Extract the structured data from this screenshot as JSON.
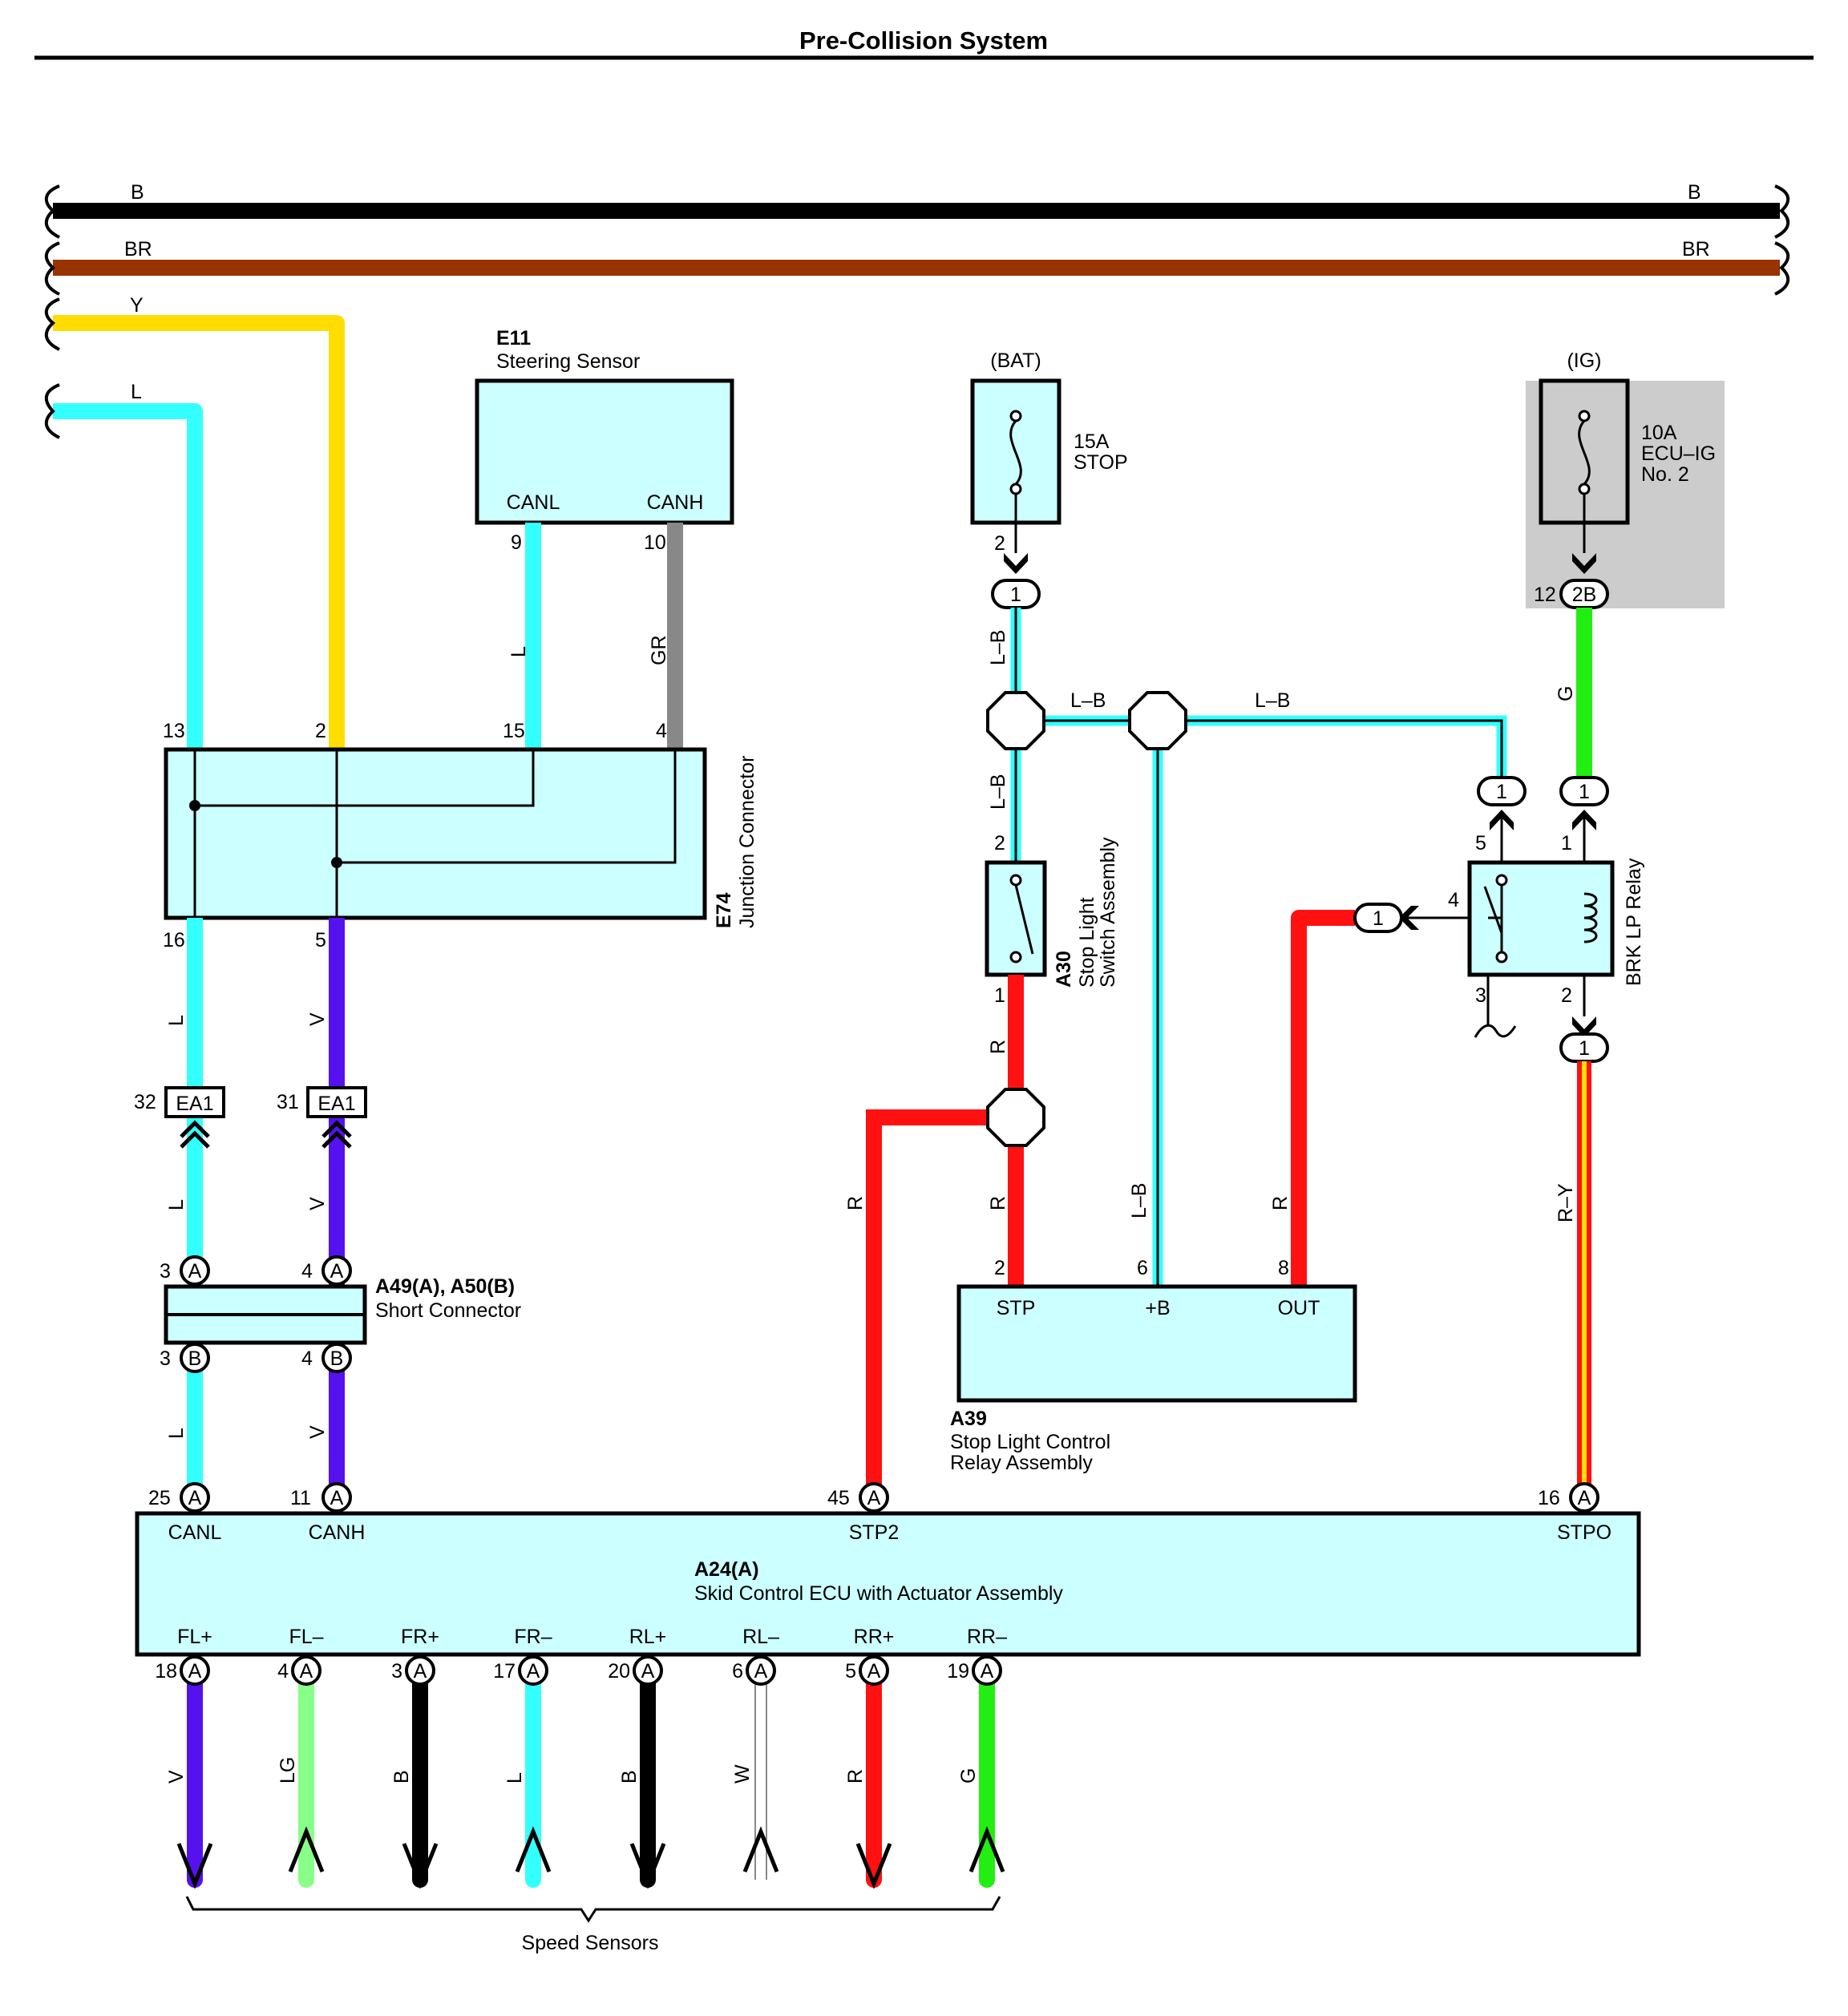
{
  "title": "Pre-Collision System",
  "colors": {
    "B": "#000000",
    "BR": "#993300",
    "Y": "#ffdd00",
    "L": "#33ffff",
    "GR": "#888888",
    "V": "#5511ee",
    "R": "#ff1111",
    "G": "#22ee11",
    "LG": "#88ff88",
    "W": "#ffffff",
    "box_fill": "#ccffff",
    "fuse_box_bg": "#cccccc"
  },
  "bus": {
    "b_left": "B",
    "b_right": "B",
    "br_left": "BR",
    "br_right": "BR",
    "y_label": "Y",
    "l_label": "L"
  },
  "components": {
    "e11": {
      "id": "E11",
      "name": "Steering Sensor",
      "pin_canl": "CANL",
      "pin_canh": "CANH"
    },
    "e74": {
      "id": "E74",
      "name": "Junction Connector"
    },
    "fuse_stop": {
      "supply": "(BAT)",
      "rating": "15A",
      "name": "STOP"
    },
    "fuse_ecu": {
      "supply": "(IG)",
      "rating": "10A",
      "name_1": "ECU–IG",
      "name_2": "No. 2"
    },
    "a30": {
      "id": "A30",
      "name_1": "Stop Light",
      "name_2": "Switch Assembly"
    },
    "brk": {
      "name": "BRK LP Relay"
    },
    "a39": {
      "id": "A39",
      "name_1": "Stop Light Control",
      "name_2": "Relay Assembly",
      "pin_stp": "STP",
      "pin_b": "+B",
      "pin_out": "OUT"
    },
    "a49": {
      "id": "A49(A), A50(B)",
      "name": "Short Connector"
    },
    "a24": {
      "id": "A24(A)",
      "name": "Skid Control ECU with Actuator Assembly",
      "pin_canl": "CANL",
      "pin_canh": "CANH",
      "pin_stp2": "STP2",
      "pin_stpo": "STPO",
      "sensor_pins": [
        "FL+",
        "FL–",
        "FR+",
        "FR–",
        "RL+",
        "RL–",
        "RR+",
        "RR–"
      ]
    }
  },
  "wire_labels": {
    "l_e11": "L",
    "gr_e11": "GR",
    "lb_top": "L–B",
    "lb_mid": "L–B",
    "lb_right": "L–B",
    "lb_a30": "L–B",
    "g_ig": "G",
    "l_16": "L",
    "v_5": "V",
    "l_ea1": "L",
    "v_ea1": "V",
    "l_b": "L",
    "v_b": "V",
    "r_a30": "R",
    "r_left": "R",
    "r_a39": "R",
    "lb_a39": "L–B",
    "r_out": "R",
    "ry": "R–Y"
  },
  "pins": {
    "e11_9": "9",
    "e11_10": "10",
    "e74_13": "13",
    "e74_2": "2",
    "e74_15": "15",
    "e74_4": "4",
    "e74_16": "16",
    "e74_5": "5",
    "ea1_32": "32",
    "ea1_31": "31",
    "ea1": "EA1",
    "a49_3": "3",
    "a49_4": "4",
    "a50_3": "3",
    "a50_4": "4",
    "conn_a": "A",
    "conn_b": "B",
    "fuse_2": "2",
    "j1": "1",
    "ig_12": "12",
    "ig_2b": "2B",
    "a30_2": "2",
    "a30_1": "1",
    "brk_5": "5",
    "brk_1": "1",
    "brk_4": "4",
    "brk_3": "3",
    "brk_2": "2",
    "a39_2": "2",
    "a39_6": "6",
    "a39_8": "8",
    "a24_25": "25",
    "a24_11": "11",
    "a24_45": "45",
    "a24_16": "16"
  },
  "sensors": [
    {
      "pin": "18",
      "wire": "V",
      "color": "#5511ee",
      "dir": "down"
    },
    {
      "pin": "4",
      "wire": "LG",
      "color": "#88ff88",
      "dir": "up"
    },
    {
      "pin": "3",
      "wire": "B",
      "color": "#000000",
      "dir": "down"
    },
    {
      "pin": "17",
      "wire": "L",
      "color": "#33ffff",
      "dir": "up"
    },
    {
      "pin": "20",
      "wire": "B",
      "color": "#000000",
      "dir": "down"
    },
    {
      "pin": "6",
      "wire": "W",
      "color": "#ffffff",
      "dir": "up"
    },
    {
      "pin": "5",
      "wire": "R",
      "color": "#ff1111",
      "dir": "down"
    },
    {
      "pin": "19",
      "wire": "G",
      "color": "#22ee11",
      "dir": "up"
    }
  ],
  "speed_sensors_label": "Speed Sensors"
}
